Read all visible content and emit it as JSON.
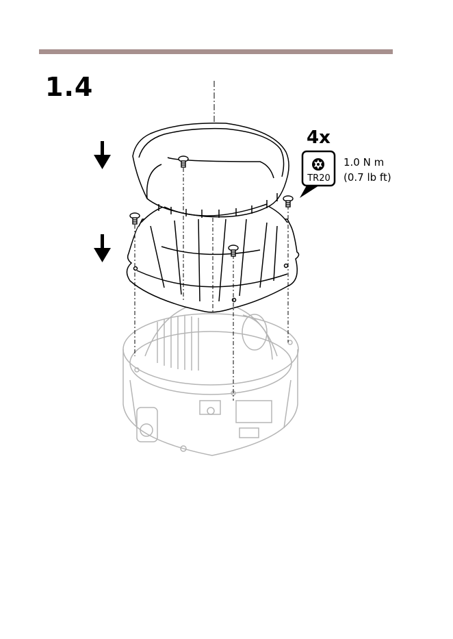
{
  "page": {
    "step_number": "1.4"
  },
  "torque": {
    "count": "4x",
    "bit": "TR20",
    "value_metric": "1.0 N m",
    "value_imperial": "(0.7 lb ft)"
  },
  "icons": {
    "down_arrows": "down-arrow-icon",
    "torx_bit": "torx-bit-icon"
  },
  "colors": {
    "rule": "#a7908e",
    "line_art": "#000000",
    "faded_part": "#b5b5b5"
  }
}
